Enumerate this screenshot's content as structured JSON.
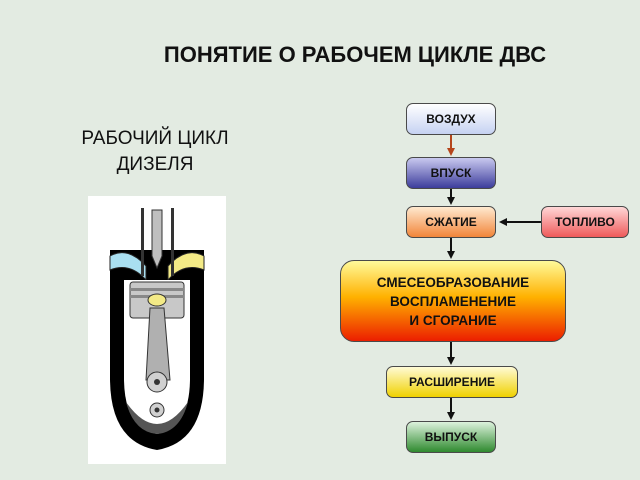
{
  "title": "ПОНЯТИЕ О РАБОЧЕМ ЦИКЛЕ ДВС",
  "subtitle_line1": "РАБОЧИЙ ЦИКЛ",
  "subtitle_line2": "ДИЗЕЛЯ",
  "flow": {
    "vozduh": "ВОЗДУХ",
    "vpusk": "ВПУСК",
    "szhatie": "СЖАТИЕ",
    "toplivo": "ТОПЛИВО",
    "smes_line1": "СМЕСЕОБРАЗОВАНИЕ",
    "smes_line2": "ВОСПЛАМЕНЕНИЕ",
    "smes_line3": "И СГОРАНИЕ",
    "rasshirenie": "РАСШИРЕНИЕ",
    "vypusk": "ВЫПУСК"
  },
  "colors": {
    "air_arrow": "#b5451b",
    "arrow": "#111111",
    "intake_port": "#a9dff0",
    "exhaust_port": "#f3ea86",
    "cylinder": "#000000",
    "piston": "#c8c8c8"
  }
}
